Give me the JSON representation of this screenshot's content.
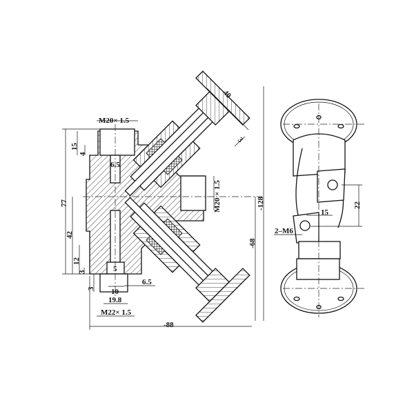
{
  "front_view": {
    "top_port": "M20× 1.5",
    "side_port": "M20 × 1.5",
    "bottom_port": "M22× 1.5",
    "dims": {
      "d15": "15",
      "d4": "4",
      "d6_5_top": "6.5",
      "d77": "77",
      "d42": "42",
      "d12": "12",
      "d3a": "3",
      "d3b": "3",
      "d5": "5",
      "d10": "10",
      "d19_8": "19.8",
      "d6_5_bottom": "6.5",
      "d88": "-88",
      "d40": "40",
      "d3_handle": "3",
      "d128": "-128",
      "d68": "-68"
    }
  },
  "side_view": {
    "dims": {
      "d22": "22",
      "d15": "15"
    },
    "mount_holes": "2–M6"
  }
}
